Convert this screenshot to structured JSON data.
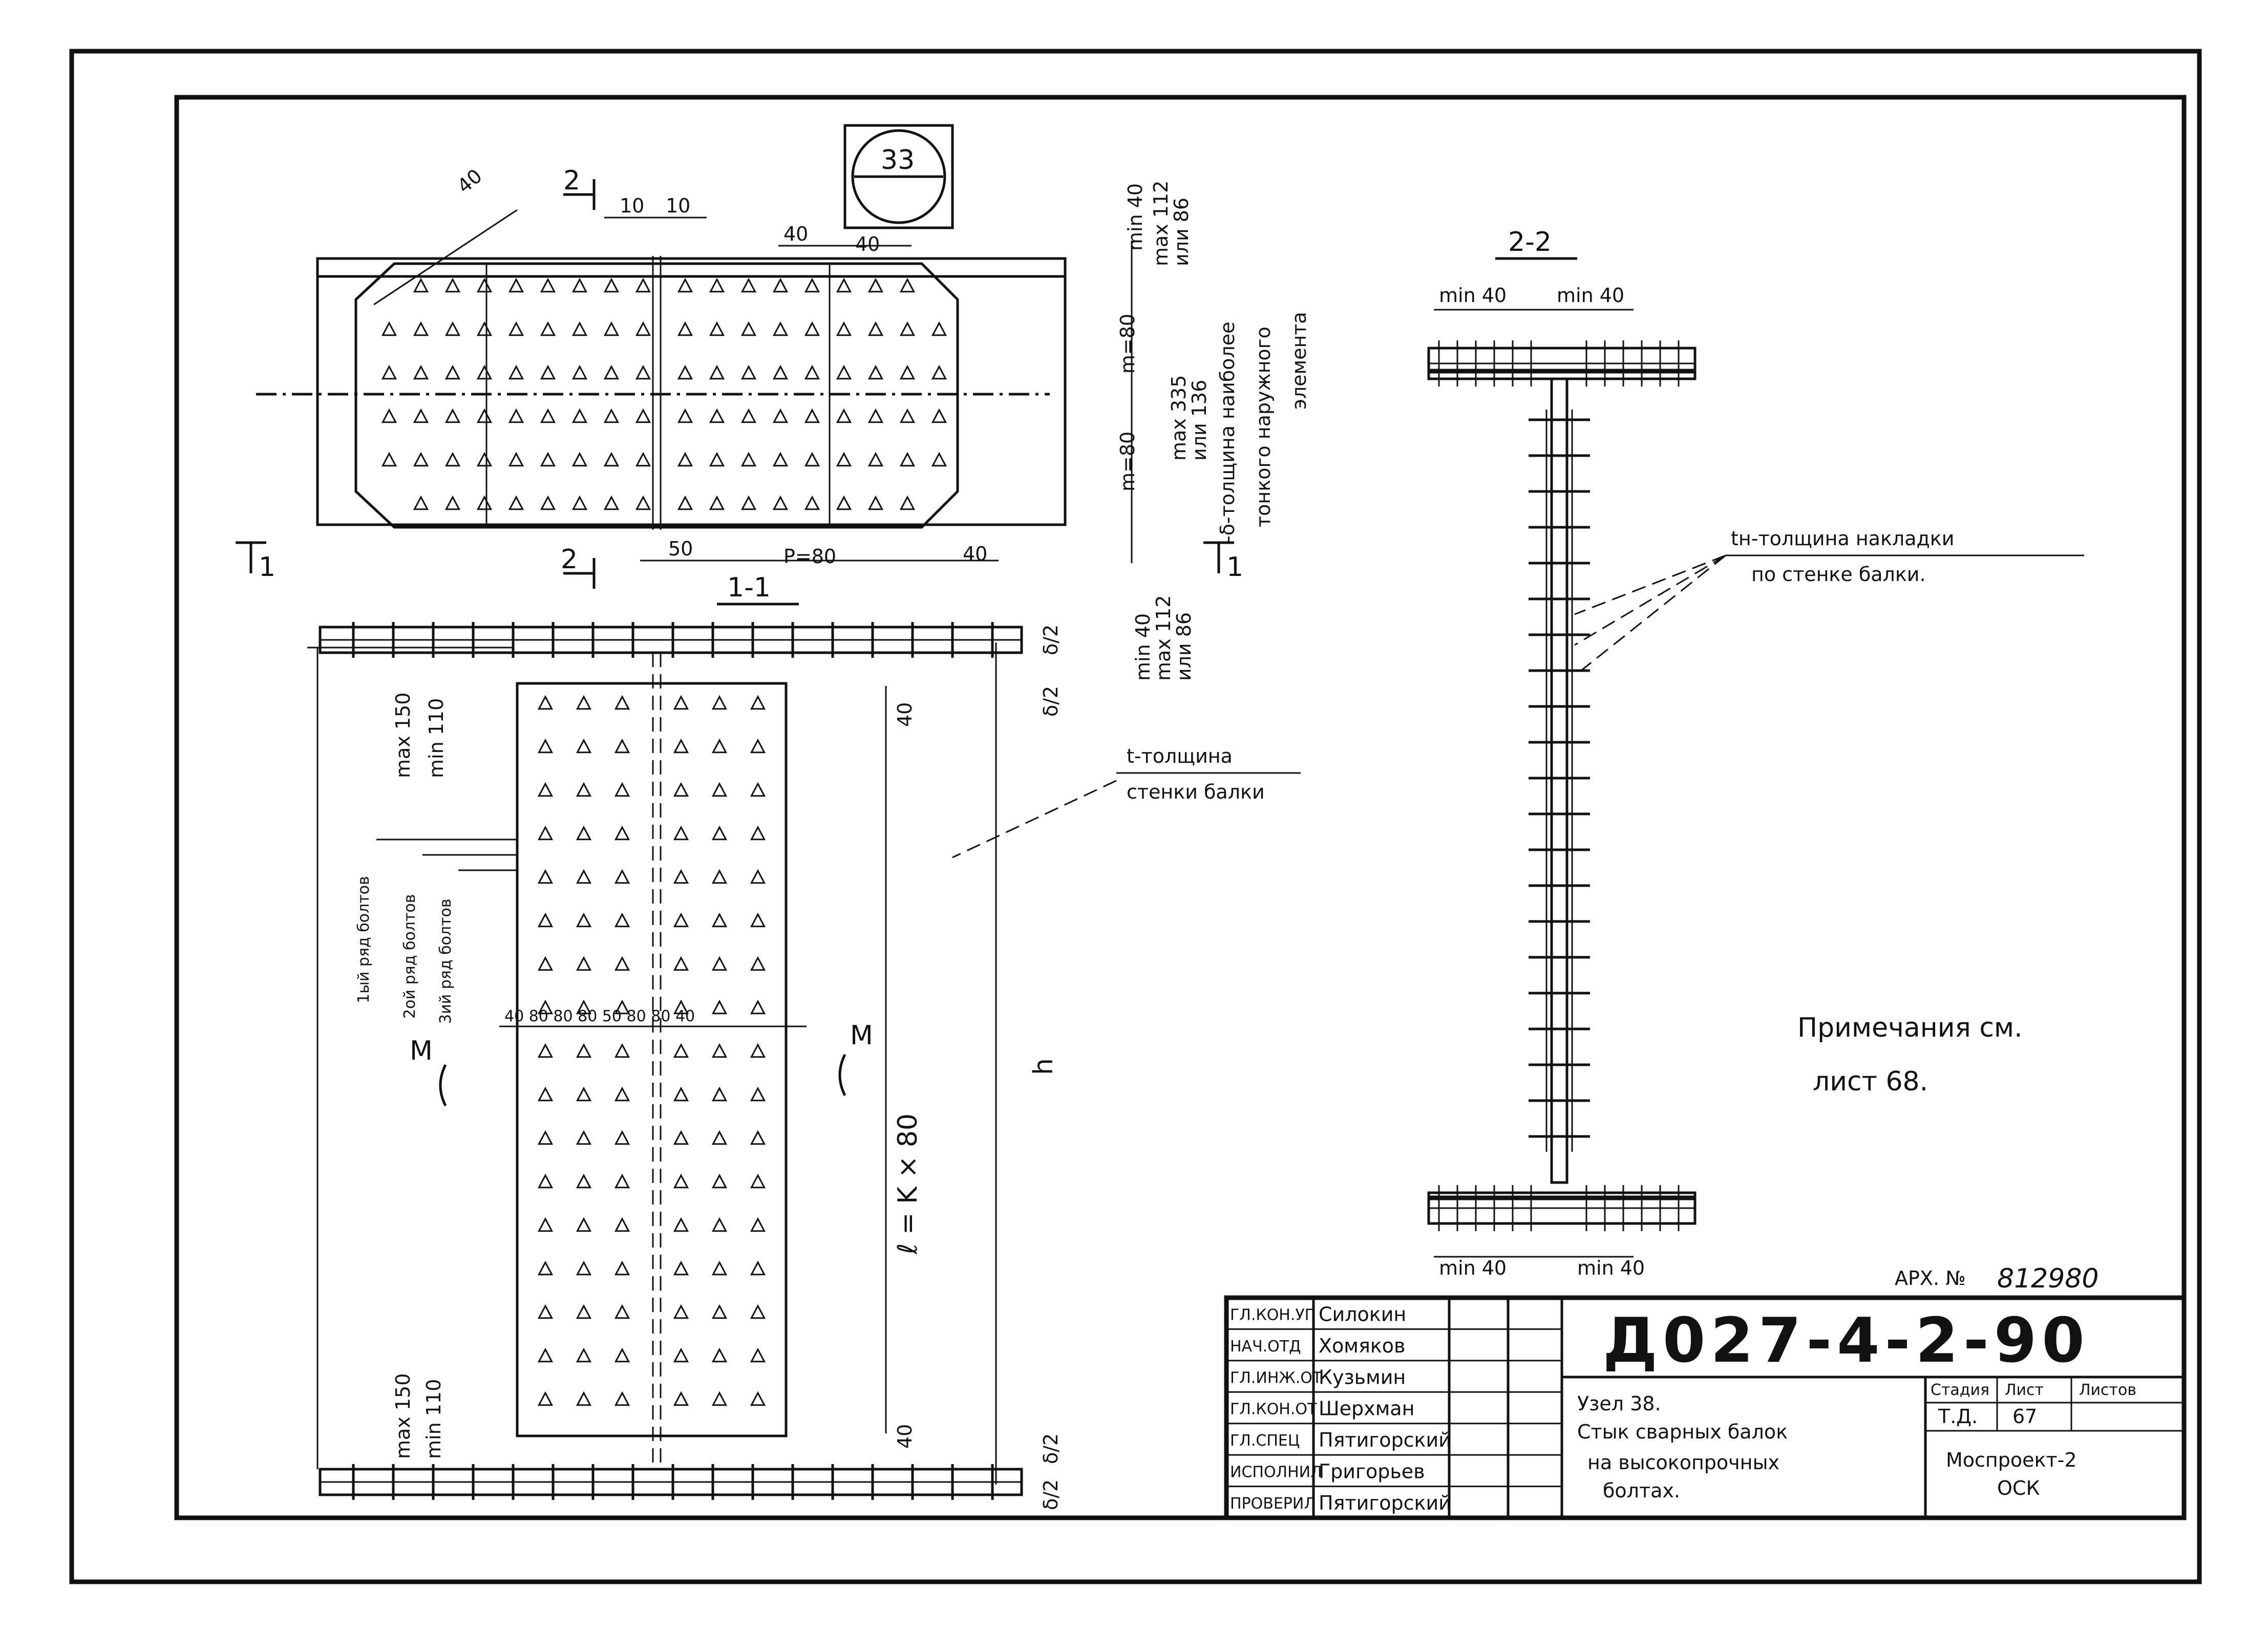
{
  "stamp": {
    "number": "33"
  },
  "plan_view": {
    "section_marks": [
      "2",
      "2",
      "1",
      "1"
    ],
    "dims": {
      "angle": "40",
      "top_gap_a": "10",
      "top_gap_b": "10",
      "top_pitch_a": "40",
      "top_pitch_b": "40",
      "bottom_50": "50",
      "bottom_p": "P=80",
      "bottom_40": "40",
      "m_top": "m=80",
      "m_bottom": "m=80",
      "right_top_1": "min 40",
      "right_top_2": "max 112",
      "right_top_3": "или 86",
      "right_mid_1": "max 335",
      "right_mid_2": "или 136",
      "right_bot_1": "min 40",
      "right_bot_2": "max 112",
      "right_bot_3": "или 86"
    },
    "note_delta": [
      "-δ-толщина наиболее",
      "тонкого наружного",
      "элемента"
    ]
  },
  "section_1_1": {
    "label": "1-1",
    "dims": {
      "delta_half_top_a": "δ/2",
      "delta_half_top_b": "δ/2",
      "delta_half_bot_a": "δ/2",
      "delta_half_bot_b": "δ/2",
      "max150_top": "max 150",
      "min110_top": "min 110",
      "max150_bot": "max 150",
      "min110_bot": "min 110",
      "forty_top": "40",
      "forty_bot": "40",
      "row_spacing": "40 80 80 80 50 80 80 40",
      "l_formula": "ℓ = K × 80",
      "h": "h",
      "moment_left": "M",
      "moment_right": "M"
    },
    "rows": [
      "1ый ряд болтов",
      "2ой ряд болтов",
      "3ий ряд болтов"
    ],
    "note_t": [
      "t-толщина",
      "стенки балки"
    ]
  },
  "section_2_2": {
    "label": "2-2",
    "dims": {
      "top_left": "min 40",
      "top_right": "min 40",
      "bot_left": "min 40",
      "bot_right": "min 40"
    },
    "note_tn": [
      "tн-толщина накладки",
      "по стенке балки."
    ]
  },
  "notes": {
    "line1": "Примечания см.",
    "line2": "лист 68."
  },
  "archive": {
    "label": "АРХ. №",
    "number": "812980"
  },
  "title_block": {
    "code": "Д027-4-2-90",
    "rows": [
      {
        "role": "ГЛ.КОН.УП",
        "name": "Силокин"
      },
      {
        "role": "НАЧ.ОТД",
        "name": "Хомяков"
      },
      {
        "role": "ГЛ.ИНЖ.ОТ",
        "name": "Кузьмин"
      },
      {
        "role": "ГЛ.КОН.ОТ",
        "name": "Шерхман"
      },
      {
        "role": "ГЛ.СПЕЦ",
        "name": "Пятигорский"
      },
      {
        "role": "ИСПОЛНИЛ",
        "name": "Григорьев"
      },
      {
        "role": "ПРОВЕРИЛ",
        "name": "Пятигорский"
      }
    ],
    "description": [
      "Узел 38.",
      "Стык сварных балок",
      "на высокопрочных",
      "болтах."
    ],
    "stage_header": "Стадия",
    "sheet_header": "Лист",
    "sheets_header": "Листов",
    "stage": "Т.Д.",
    "sheet": "67",
    "org": [
      "Моспроект-2",
      "ОСК"
    ]
  }
}
